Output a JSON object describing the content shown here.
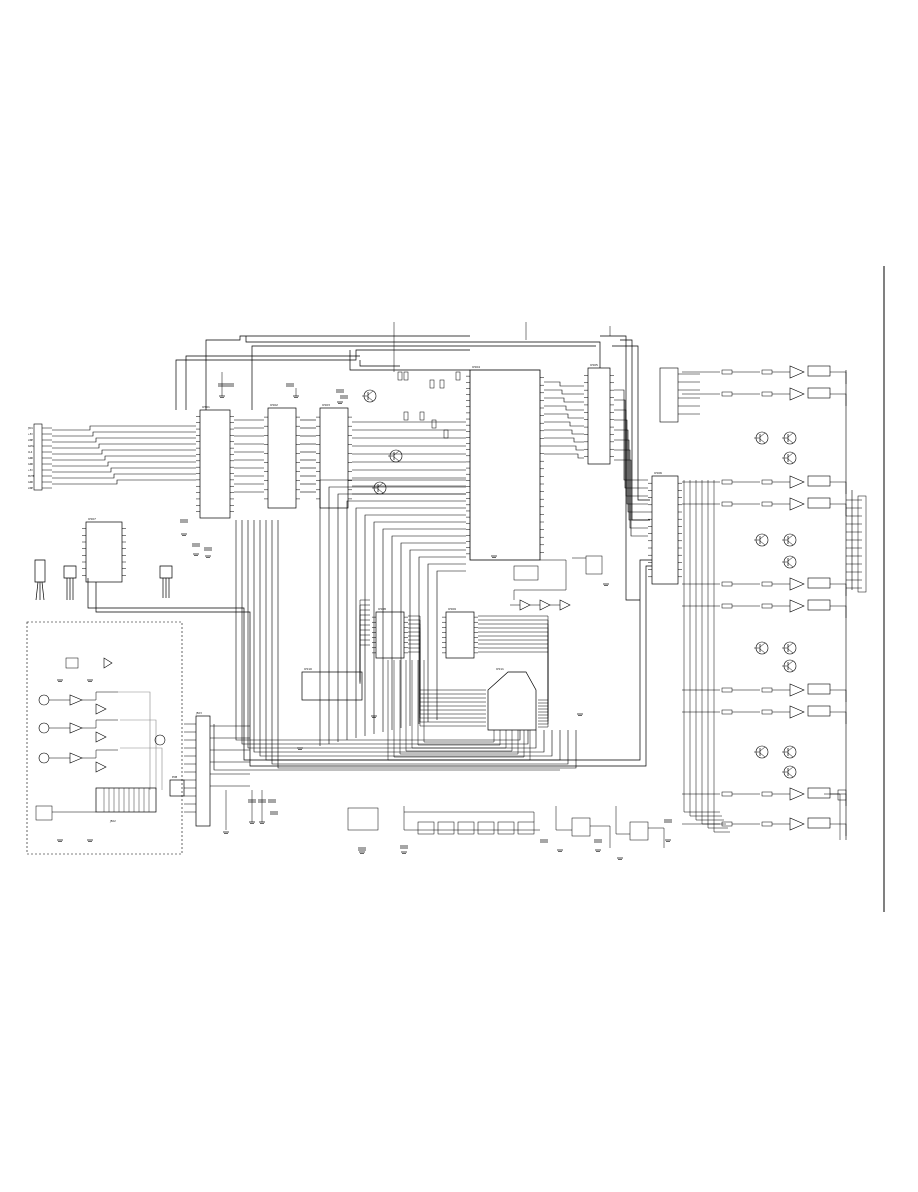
{
  "sheet": {
    "background": "#ffffff",
    "ink_color": "#000000",
    "guide_color": "#888888"
  },
  "connector_left": {
    "pins": [
      "J501",
      "+5V",
      "LINE",
      "DATA",
      "CLK",
      "GND",
      "GND",
      "+5V",
      "MUTE",
      "GND",
      "LINE"
    ]
  },
  "icons": {
    "transistor": "transistor-icon",
    "resistor": "resistor-icon",
    "capacitor": "capacitor-icon",
    "ground": "ground-icon",
    "opamp": "opamp-icon",
    "ic": "ic-chip-icon"
  },
  "chips": {
    "u1": "U501",
    "u2": "U502",
    "u3": "U503",
    "u4": "U504",
    "u5": "U505",
    "u6": "U506",
    "u7": "U507",
    "u8": "U508",
    "u9": "U509",
    "u10": "U510",
    "u11": "U511"
  },
  "sub_board": {
    "label": "PCB",
    "connector": "J502",
    "header": "J503"
  }
}
